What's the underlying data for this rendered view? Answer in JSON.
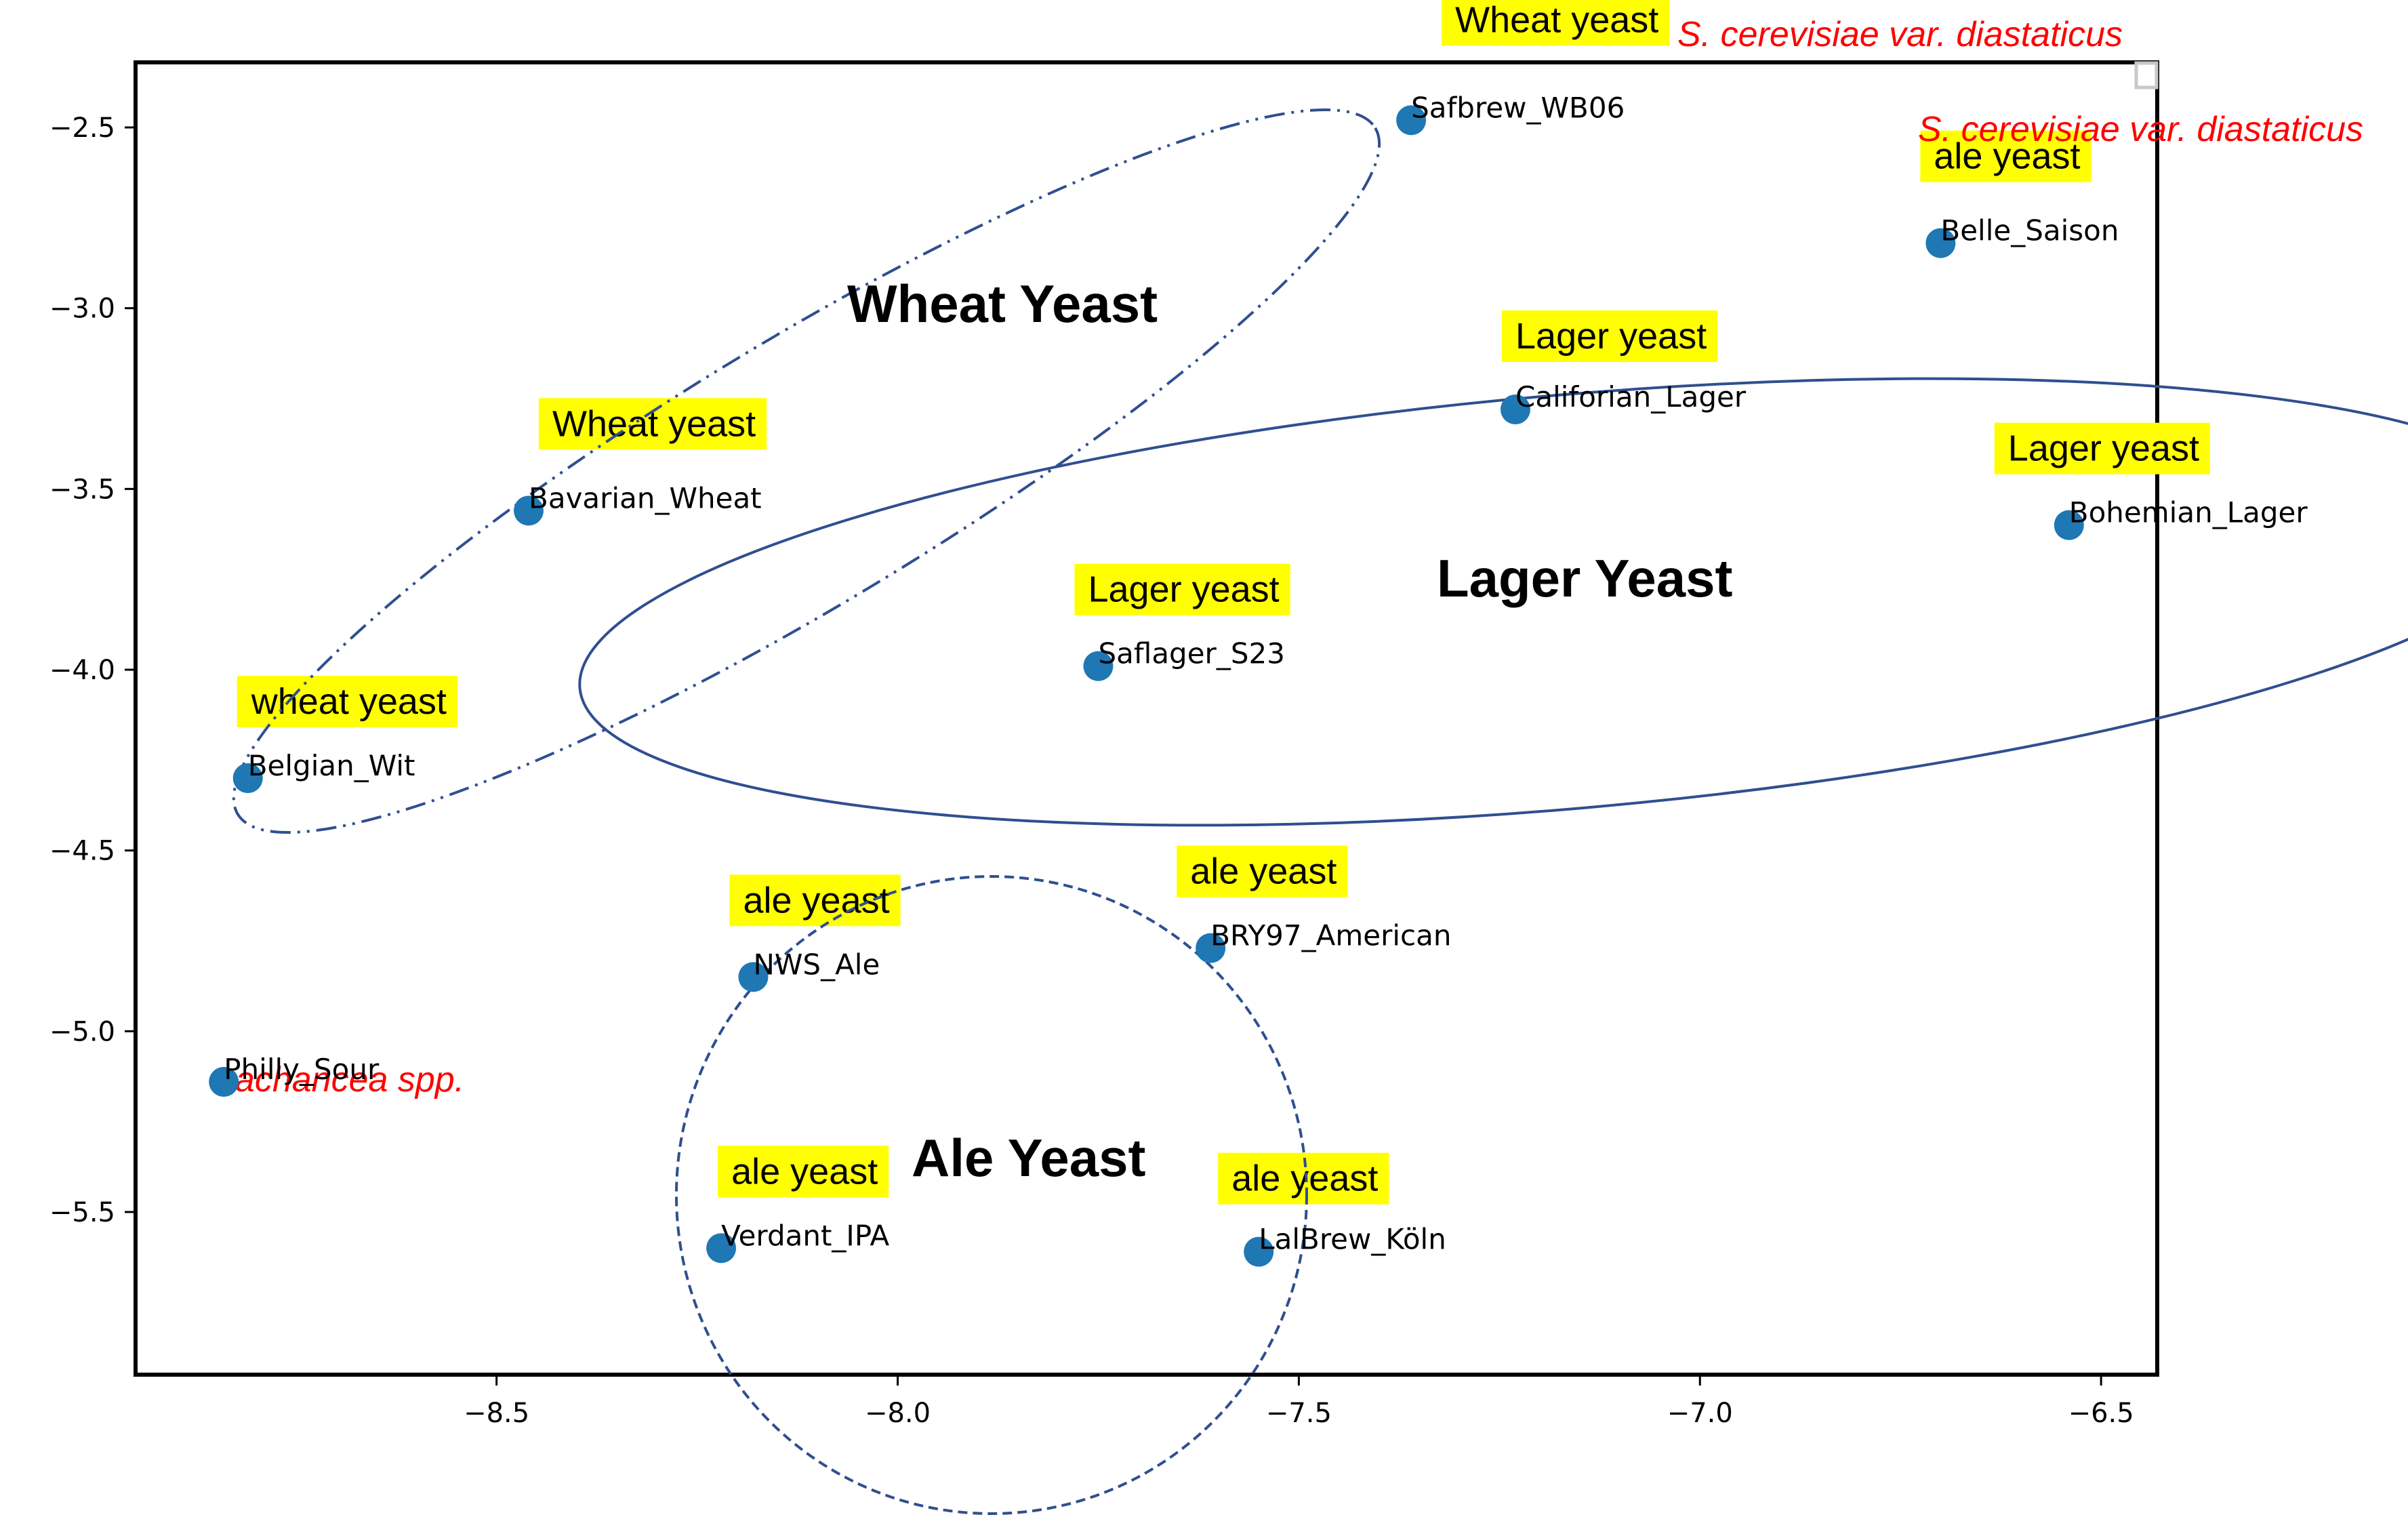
{
  "chart_data": {
    "type": "scatter",
    "title": "",
    "xlabel": "",
    "ylabel": "",
    "xlim": [
      -8.95,
      -6.43
    ],
    "ylim": [
      -5.95,
      -2.32
    ],
    "xticks": [
      -8.5,
      -8.0,
      -7.5,
      -7.0,
      -6.5
    ],
    "yticks": [
      -2.5,
      -3.0,
      -3.5,
      -4.0,
      -4.5,
      -5.0,
      -5.5
    ],
    "xtick_labels": [
      "−8.5",
      "−8.0",
      "−7.5",
      "−7.0",
      "−6.5"
    ],
    "ytick_labels": [
      "−2.5",
      "−3.0",
      "−3.5",
      "−4.0",
      "−4.5",
      "−5.0",
      "−5.5"
    ],
    "grid": false,
    "marker_color": "#1f77b4",
    "points": [
      {
        "name": "Safbrew_WB06",
        "x": -7.36,
        "y": -2.48
      },
      {
        "name": "Belle_Saison",
        "x": -6.7,
        "y": -2.82
      },
      {
        "name": "Califorian_Lager",
        "x": -7.23,
        "y": -3.28
      },
      {
        "name": "Bavarian_Wheat",
        "x": -8.46,
        "y": -3.56
      },
      {
        "name": "Bohemian_Lager",
        "x": -6.54,
        "y": -3.6
      },
      {
        "name": "Saflager_S23",
        "x": -7.75,
        "y": -3.99
      },
      {
        "name": "Belgian_Wit",
        "x": -8.81,
        "y": -4.3
      },
      {
        "name": "BRY97_American",
        "x": -7.61,
        "y": -4.77
      },
      {
        "name": "NWS_Ale",
        "x": -8.18,
        "y": -4.85
      },
      {
        "name": "Philly_Sour",
        "x": -8.84,
        "y": -5.14
      },
      {
        "name": "Verdant_IPA",
        "x": -8.22,
        "y": -5.6
      },
      {
        "name": "LalBrew_Köln",
        "x": -7.55,
        "y": -5.61
      }
    ],
    "yellow_labels": [
      {
        "text": "Wheat yeast",
        "for": "Safbrew_WB06"
      },
      {
        "text": "ale yeast",
        "for": "Belle_Saison"
      },
      {
        "text": "Lager yeast",
        "for": "Califorian_Lager"
      },
      {
        "text": "Wheat yeast",
        "for": "Bavarian_Wheat"
      },
      {
        "text": "Lager yeast",
        "for": "Bohemian_Lager"
      },
      {
        "text": "Lager yeast",
        "for": "Saflager_S23"
      },
      {
        "text": "wheat yeast",
        "for": "Belgian_Wit"
      },
      {
        "text": "ale yeast",
        "for": "BRY97_American"
      },
      {
        "text": "ale yeast",
        "for": "NWS_Ale"
      },
      {
        "text": "ale yeast",
        "for": "Verdant_IPA"
      },
      {
        "text": "ale yeast",
        "for": "LalBrew_Köln"
      }
    ],
    "red_labels": [
      {
        "text": "S. cerevisiae var. diastaticus",
        "for": "Safbrew_WB06"
      },
      {
        "text": "S. cerevisiae var. diastaticus",
        "for": "Belle_Saison"
      },
      {
        "text": "Lachancea spp.",
        "for": "Philly_Sour"
      }
    ],
    "cluster_labels": [
      "Wheat Yeast",
      "Lager Yeast",
      "Ale Yeast"
    ],
    "annotation_colors": {
      "highlight": "#ffff00",
      "species": "#ff0000",
      "cluster_outline": "#2f4f8f"
    }
  }
}
